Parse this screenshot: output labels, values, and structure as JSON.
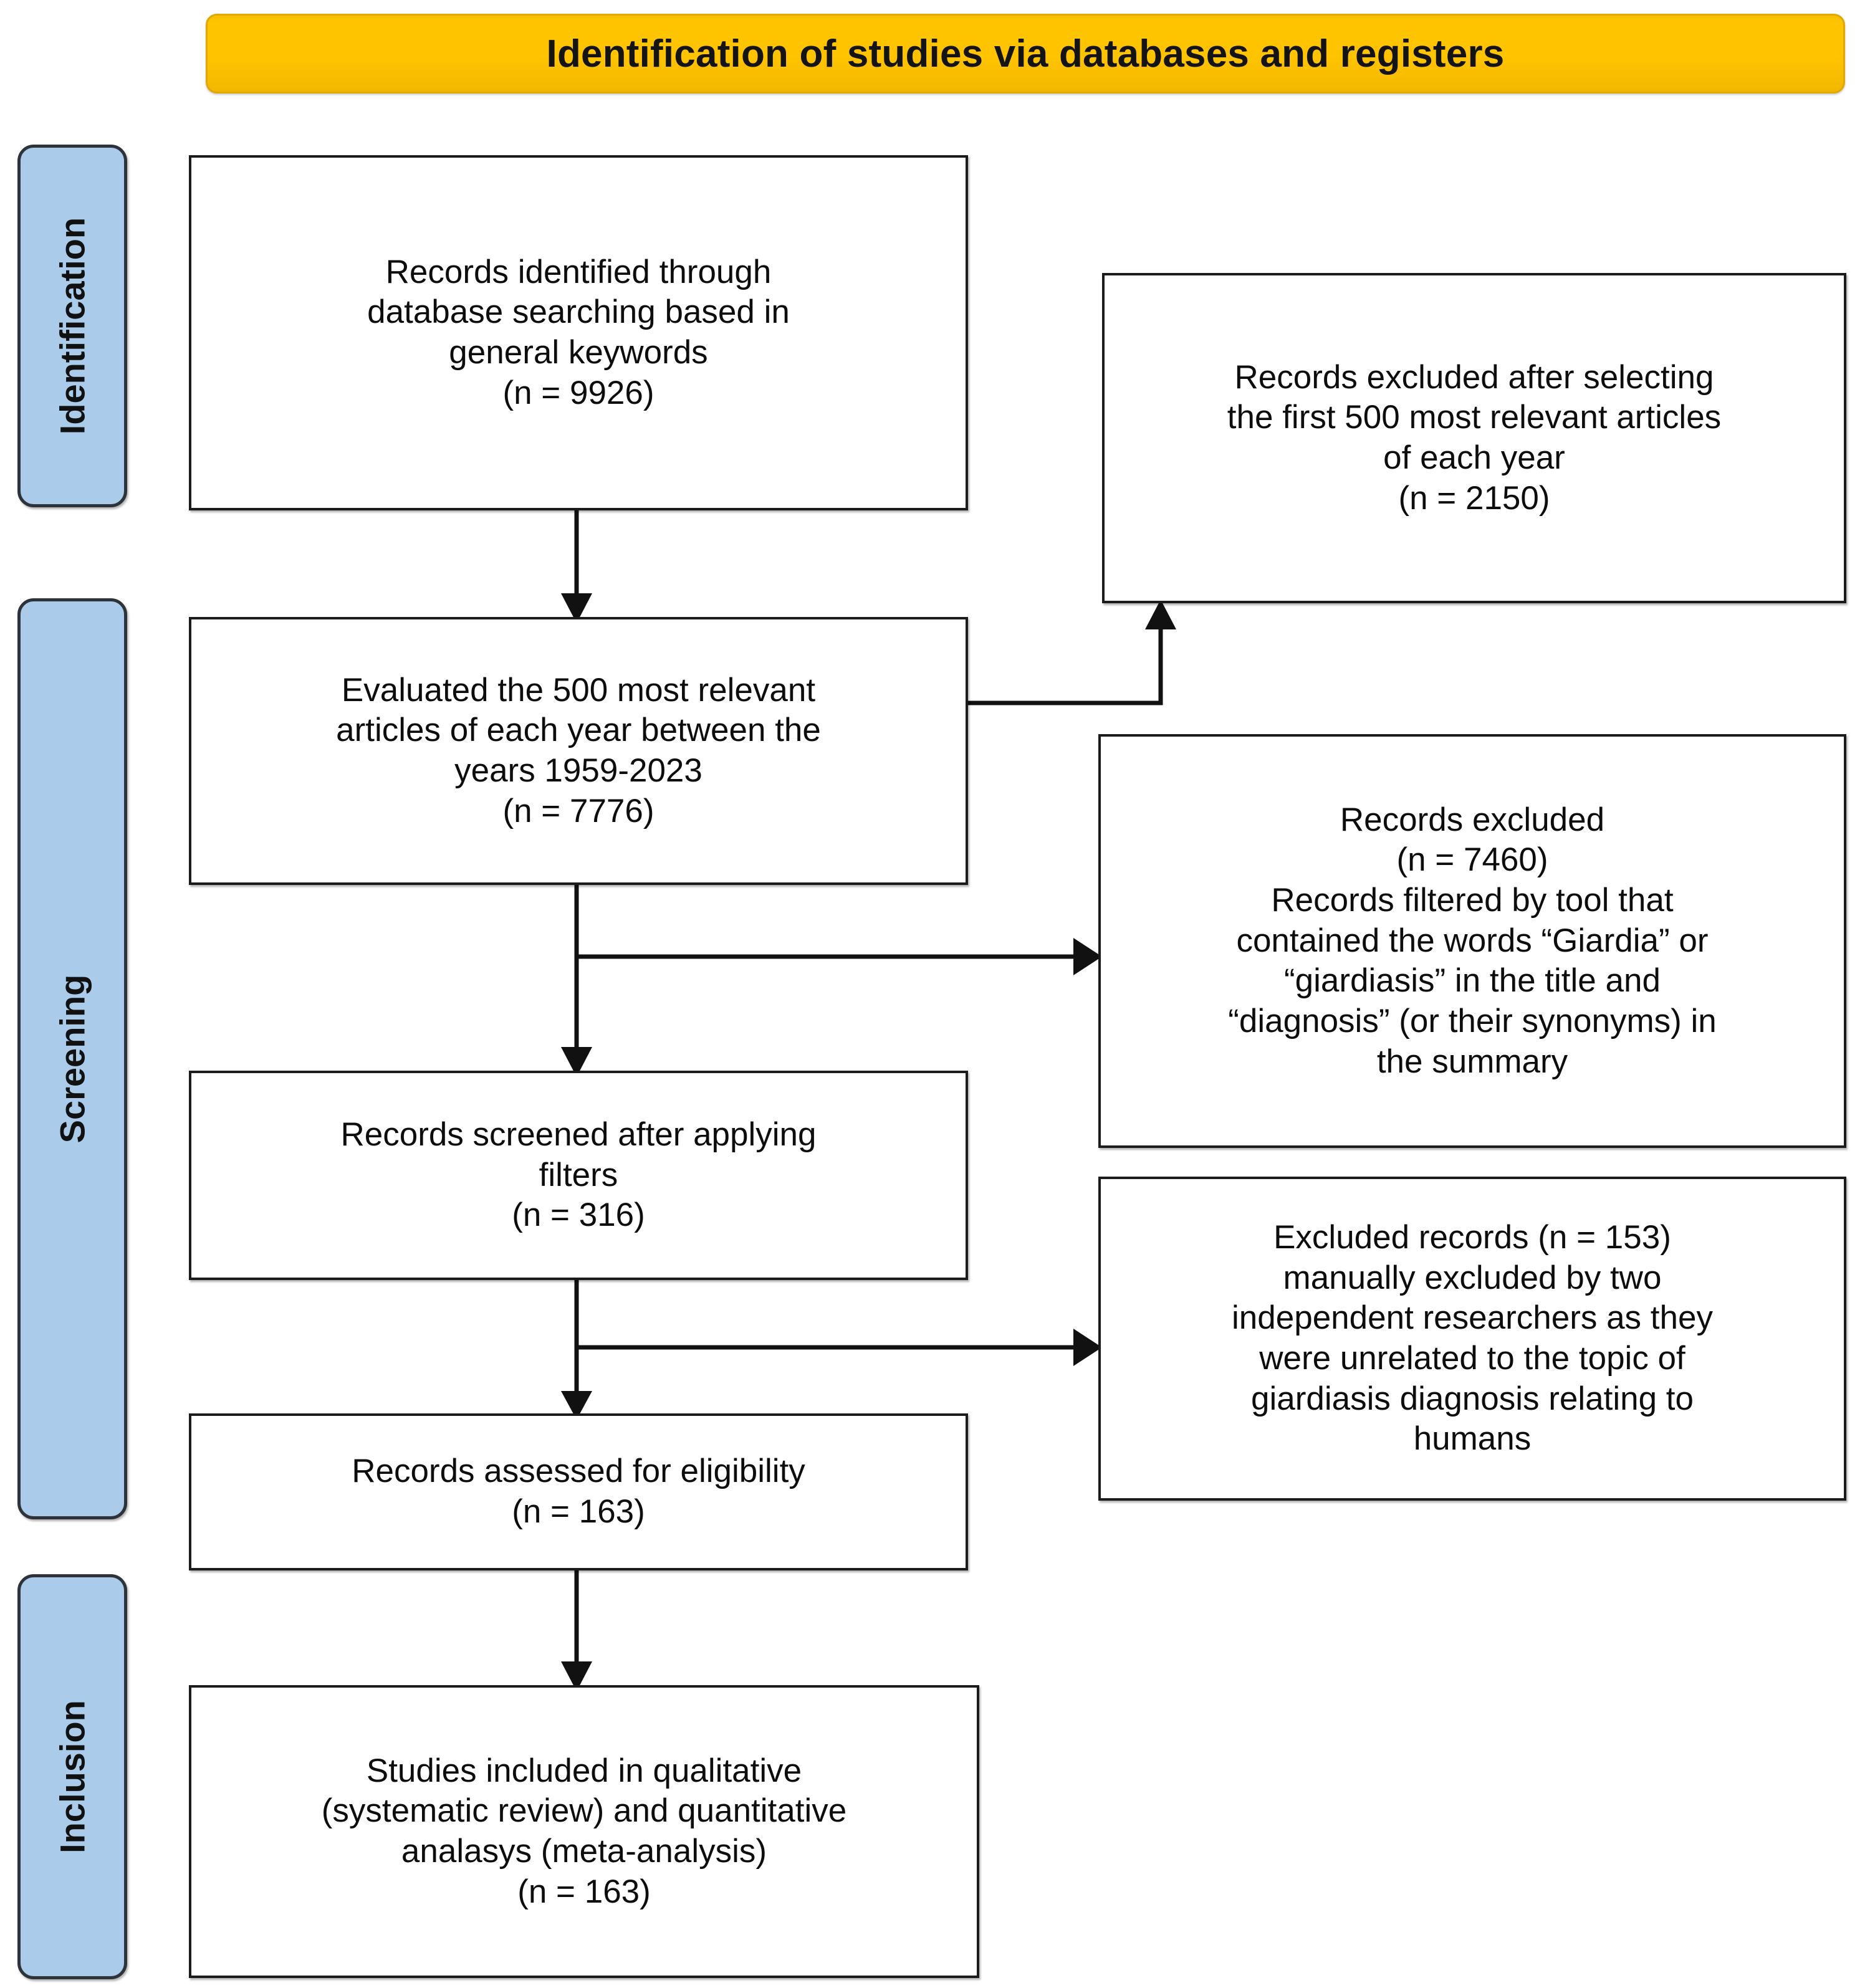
{
  "banner": {
    "title": "Identification of studies via databases and registers"
  },
  "phases": [
    {
      "id": "identification",
      "label": "Identification"
    },
    {
      "id": "screening",
      "label": "Screening"
    },
    {
      "id": "inclusion",
      "label": "Inclusion"
    }
  ],
  "boxes": {
    "identified": "Records identified through\ndatabase searching based in\ngeneral keywords\n(n = 9926)",
    "excluded_500": "Records excluded after selecting\nthe first 500 most relevant articles\nof each year\n(n = 2150)",
    "evaluated": "Evaluated the 500 most relevant\narticles of each year between the\nyears 1959-2023\n(n = 7776)",
    "excluded_7460": "Records excluded\n(n = 7460)\nRecords filtered by tool that\ncontained the words “Giardia” or\n“giardiasis” in the title and\n“diagnosis” (or their synonyms) in\nthe summary",
    "screened": "Records screened after applying\nfilters\n(n = 316)",
    "excluded_153": "Excluded records (n = 153)\nmanually excluded by two\nindependent researchers as they\nwere unrelated to the topic of\ngiardiasis diagnosis relating to\nhumans",
    "eligibility": "Records assessed for eligibility\n(n = 163)",
    "included": "Studies included in qualitative\n(systematic review) and quantitative\nanalasys (meta-analysis)\n(n = 163)"
  },
  "counts": {
    "identified_n": 9926,
    "excluded_500_n": 2150,
    "evaluated_n": 7776,
    "excluded_7460_n": 7460,
    "screened_n": 316,
    "excluded_153_n": 153,
    "eligibility_n": 163,
    "included_n": 163
  },
  "colors": {
    "banner_fill": "#FFC300",
    "banner_border": "#E0A800",
    "rail_fill": "#AACBEA",
    "rail_border": "#2D3338",
    "box_fill": "#FFFFFF",
    "box_border": "#1B1B1B",
    "connector": "#111111",
    "text": "#0D0D0D"
  }
}
